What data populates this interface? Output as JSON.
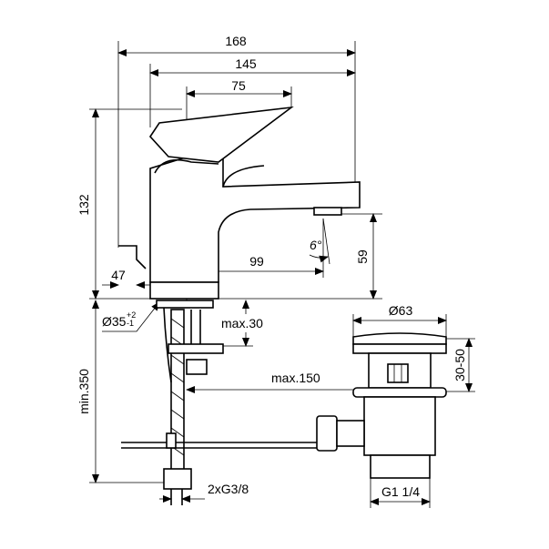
{
  "title": "Basin mixer technical drawing",
  "dimensions": {
    "overall_depth": "168",
    "spout_reach": "145",
    "lever_length": "75",
    "height": "132",
    "lever_offset": "47",
    "spout_projection": "99",
    "spout_height": "59",
    "spout_angle": "6°",
    "hole_diameter": "Ø35",
    "hole_tol_plus": "+2",
    "hole_tol_minus": "-1",
    "deck_thickness": "max.30",
    "rod_length": "max.150",
    "hose_length": "min.350",
    "connections": "2xG3/8",
    "waste_diameter": "Ø63",
    "waste_height": "30-50",
    "waste_thread": "G1 1/4"
  }
}
